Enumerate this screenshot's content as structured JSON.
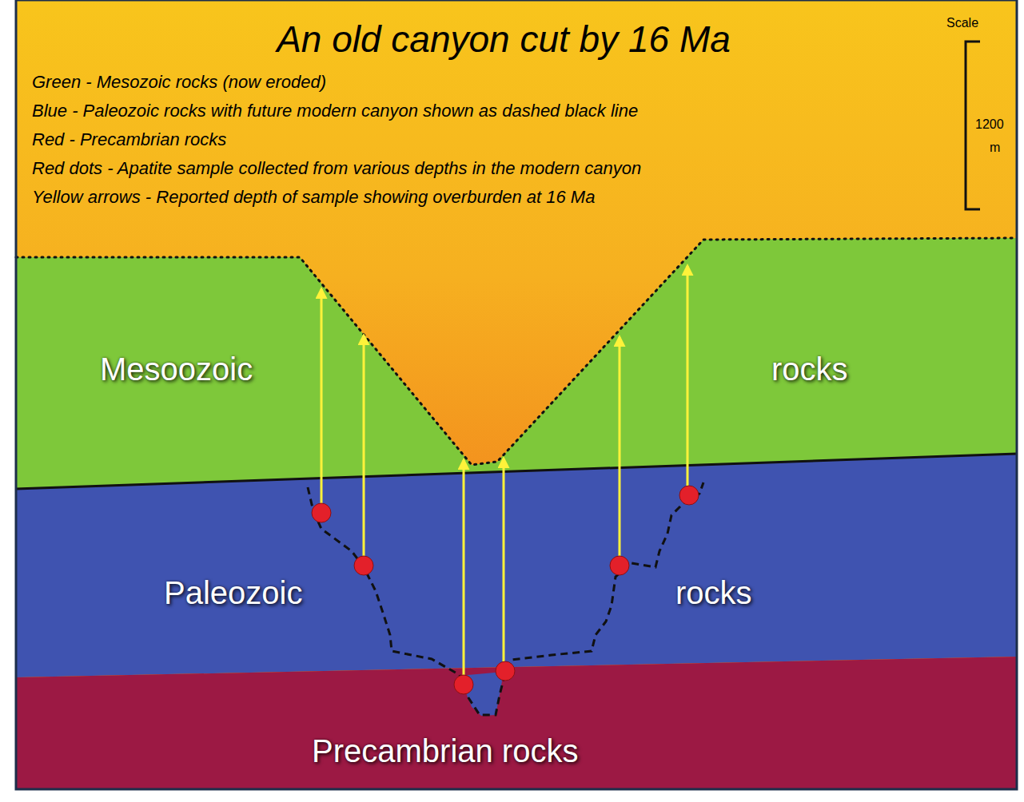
{
  "diagram": {
    "title": "An old canyon cut by 16 Ma",
    "nodes": [
      {
        "text": [
          "Mesoozoic",
          "rocks"
        ]
      },
      {
        "text": [
          "Paleozoic",
          "rocks"
        ]
      },
      {
        "text": [
          "Precambrian rocks"
        ]
      }
    ],
    "labels": [
      "Green - Mesozoic rocks (now eroded)",
      "Blue - Paleozoic rocks with future modern canyon shown as dashed black line",
      "Red - Precambrian rocks",
      "Red dots - Apatite sample collected from various depths in the modern canyon",
      "Yellow arrows - Reported depth of sample showing overburden at 16 Ma",
      "Scale",
      "1200",
      "m"
    ]
  }
}
